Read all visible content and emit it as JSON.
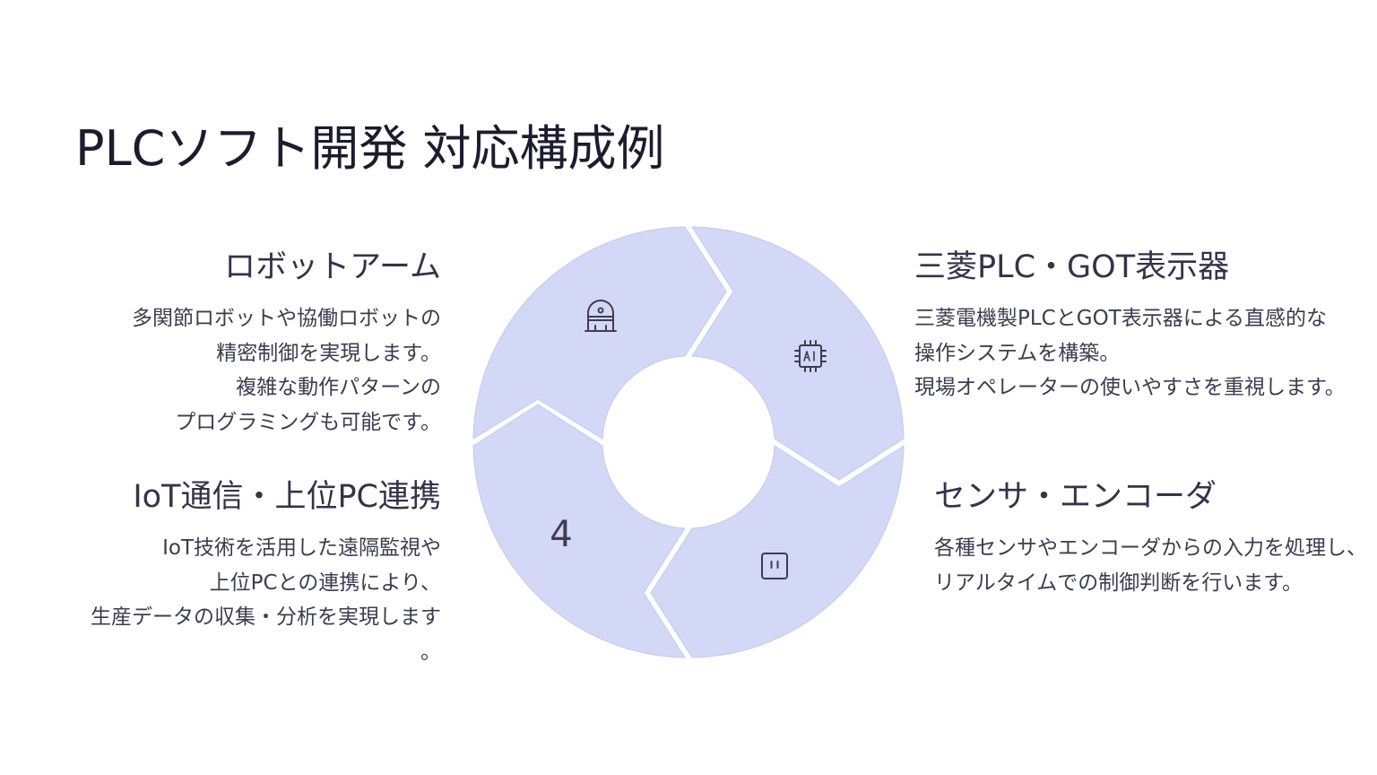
{
  "title": "PLCソフト開発 対応構成例",
  "colors": {
    "segment_fill": "#d2d8f6",
    "segment_stroke": "#c3caef",
    "text": "#33334a"
  },
  "blocks": {
    "robot": {
      "heading": "ロボットアーム",
      "lines": [
        "多関節ロボットや協働ロボットの",
        "精密制御を実現します。",
        "複雑な動作パターンの",
        "プログラミングも可能です。"
      ],
      "icon": "robot-icon"
    },
    "plc": {
      "heading": "三菱PLC・GOT表示器",
      "lines": [
        "三菱電機製PLCとGOT表示器による直感的な",
        "操作システムを構築。",
        "現場オペレーターの使いやすさを重視します。"
      ],
      "icon": "ai-chip-icon"
    },
    "sensor": {
      "heading": "センサ・エンコーダ",
      "lines": [
        "各種センサやエンコーダからの入力を処理し、",
        "リアルタイムでの制御判断を行います。"
      ],
      "icon": "pause-square-icon"
    },
    "iot": {
      "heading": "IoT通信・上位PC連携",
      "lines": [
        "IoT技術を活用した遠隔監視や",
        "上位PCとの連携により、",
        "生産データの収集・分析を実現します",
        "。"
      ],
      "number": "4"
    }
  }
}
